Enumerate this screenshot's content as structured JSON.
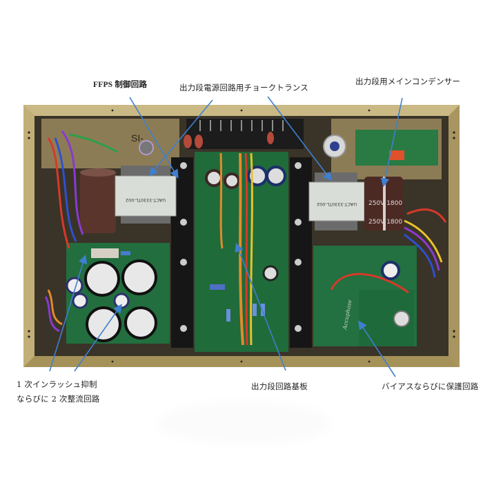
{
  "figure": {
    "subject": "Amplifier chassis interior (top view)",
    "chassis_color": "#b7a36d",
    "pcb_color": "#1f6b3a",
    "arrow_color": "#3f7fd0"
  },
  "callouts": [
    {
      "id": "ffps",
      "text": "FFPS 制御回路",
      "position": "top-left"
    },
    {
      "id": "choke",
      "text": "出力段電源回路用チョークトランス",
      "position": "top-center"
    },
    {
      "id": "main-cap",
      "text": "出力段用メインコンデンサー",
      "position": "top-right"
    },
    {
      "id": "inrush",
      "lines": [
        "1 次インラッシュ抑制",
        "ならびに 2 次整流回路"
      ],
      "position": "bottom-left"
    },
    {
      "id": "output-pcb",
      "text": "出力段回路基板",
      "position": "bottom-center"
    },
    {
      "id": "bias",
      "text": "バイアスならびに保護回路",
      "position": "bottom-right"
    }
  ],
  "component_markings": {
    "choke_left": "UACT-3330TL-002",
    "choke_right": "UACT-3330TL-002",
    "capacitor_top": "250V 1800",
    "capacitor_bottom": "250V 1800",
    "pcb_logo": "Accuphase",
    "chassis_print": "SI-"
  }
}
